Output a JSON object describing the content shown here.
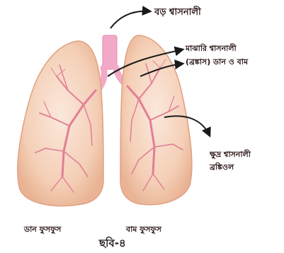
{
  "labels": {
    "trachea": "বড় শ্বাসনালী",
    "bronchi_line1": "মাঝারি শ্বাসনালী",
    "bronchi_line2": "(ব্রঙ্কাস) ডান ও বাম",
    "bronchiole_line1": "ক্ষুদ্র শ্বাসনালী",
    "bronchiole_line2": "ব্রঙ্কিওল",
    "right_lung": "ডান ফুসফুস",
    "left_lung": "বাম ফুসফুস"
  },
  "caption": "ছবি-৪",
  "colors": {
    "lung_fill": "#f4cfb6",
    "lung_edge": "#e6a98c",
    "trachea": "#f2a9c7",
    "bronchi": "#e27e96",
    "arrow": "#1a1a1a"
  }
}
